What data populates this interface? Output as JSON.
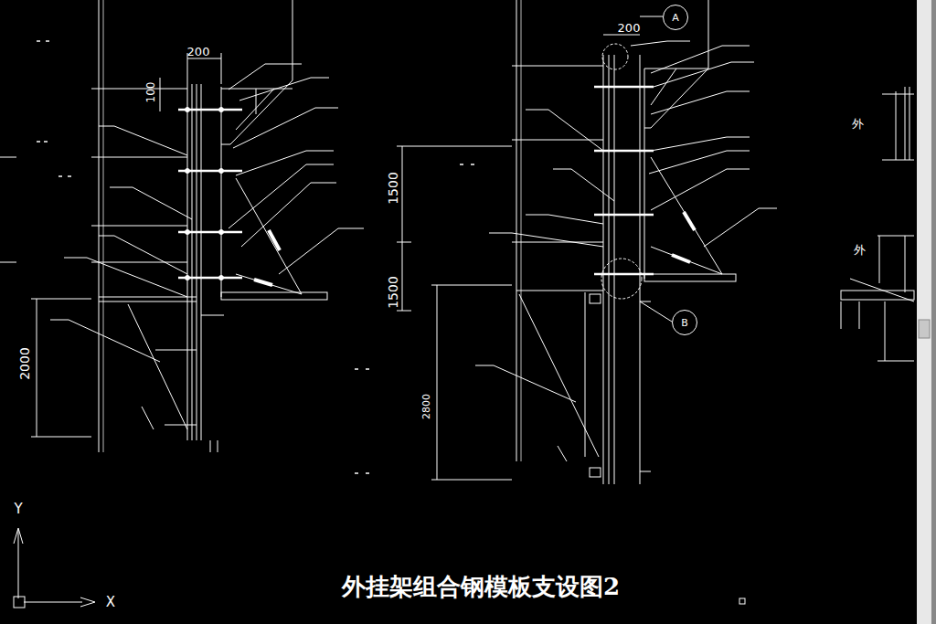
{
  "diagram": {
    "title": "外挂架组合钢模板支设图2",
    "nodes": [
      {
        "text": [
          "A"
        ]
      },
      {
        "text": [
          "B"
        ]
      }
    ],
    "labels": [
      "200",
      "100",
      "2000",
      "200",
      "1500",
      "1500",
      "2800",
      "Y",
      "X",
      "外",
      "外"
    ]
  }
}
